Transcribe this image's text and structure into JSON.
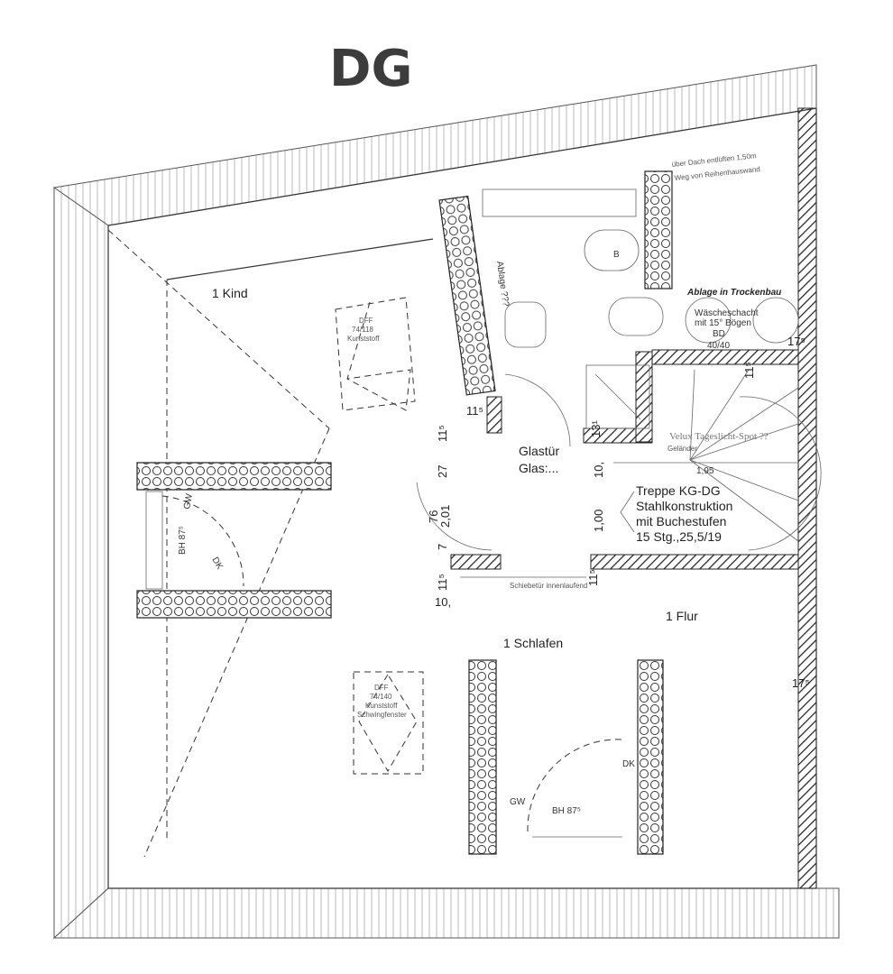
{
  "title": "DG",
  "notes": {
    "vent_line1": "über Dach entlüften 1,50m",
    "vent_line2": "Weg von Reihenhauswand",
    "storage_drywall": "Ablage in Trockenbau",
    "laundry_chute_1": "Wäscheschacht",
    "laundry_chute_2": "mit 15° Bögen",
    "bd": "BD",
    "bd_size": "40/40",
    "storage_q": "Ablage ???",
    "bathroom_b": "B",
    "bh_label": "BH 87",
    "velux": "Velux Tageslicht-Spot ??",
    "railing": "Geländer",
    "sliding_door": "Schiebetür innenlaufend",
    "glass_door_1": "Glastür",
    "glass_door_2": "Glas:..."
  },
  "rooms": {
    "kind": "1 Kind",
    "flur": "1 Flur",
    "schlafen": "1 Schlafen"
  },
  "windows": {
    "kind_1": "DFF",
    "kind_2": "74/118",
    "kind_3": "Kunststoff",
    "schlafen_1": "DFF",
    "schlafen_2": "74/140",
    "schlafen_3": "Kunststoff",
    "schlafen_4": "Schwingfenster"
  },
  "stair": {
    "line1": "Treppe KG-DG",
    "line2": "Stahlkonstruktion",
    "line3": "mit Buchestufen",
    "line4": "15 Stg.,25,5/19",
    "width": "1,95"
  },
  "doors": {
    "gw": "GW",
    "dk": "DK",
    "bh": "BH 87⁵"
  },
  "dims": {
    "d11_5": "11⁵",
    "d17_5": "17⁵",
    "d27": "27",
    "d76": "76",
    "d2_01": "2,01",
    "d7": "7",
    "d10": "10,",
    "d1_00": "1,00",
    "d131": "13¹"
  }
}
